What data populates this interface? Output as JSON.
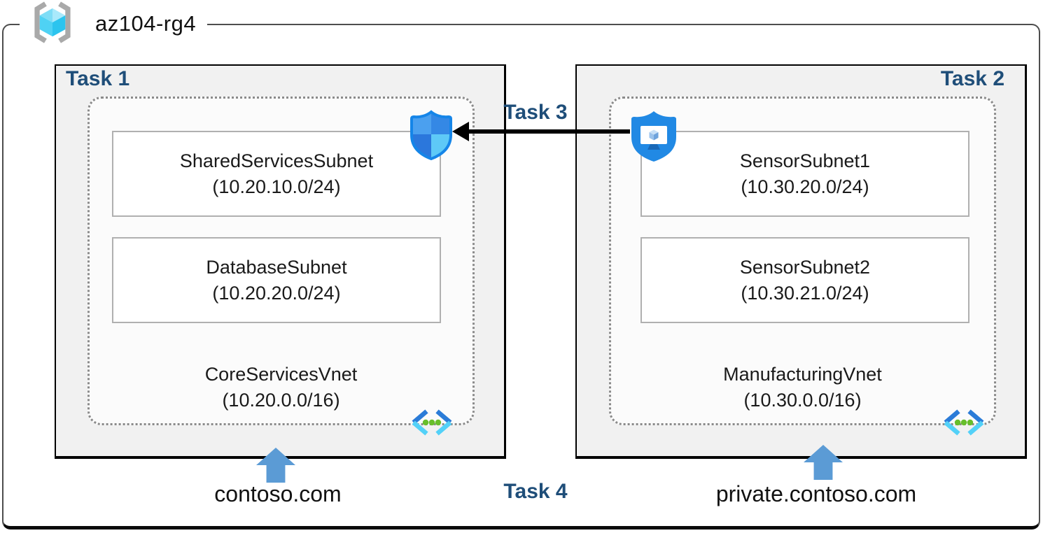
{
  "resource_group": {
    "name": "az104-rg4",
    "icon": "resource-group-icon"
  },
  "vnets": [
    {
      "task_label": "Task 1",
      "name": "CoreServicesVnet",
      "cidr": "(10.20.0.0/16)",
      "subnets": [
        {
          "name": "SharedServicesSubnet",
          "cidr": "(10.20.10.0/24)"
        },
        {
          "name": "DatabaseSubnet",
          "cidr": "(10.20.20.0/24)"
        }
      ],
      "dns_zone": "contoso.com",
      "corner_icon": "network-security-group-icon",
      "vnet_icon": "virtual-network-icon"
    },
    {
      "task_label": "Task 2",
      "name": "ManufacturingVnet",
      "cidr": "(10.30.0.0/16)",
      "subnets": [
        {
          "name": "SensorSubnet1",
          "cidr": "(10.30.20.0/24)"
        },
        {
          "name": "SensorSubnet2",
          "cidr": "(10.30.21.0/24)"
        }
      ],
      "dns_zone": "private.contoso.com",
      "corner_icon": "bastion-shield-icon",
      "vnet_icon": "virtual-network-icon"
    }
  ],
  "connections": {
    "peering_task_label": "Task 3",
    "dns_task_label": "Task 4"
  },
  "colors": {
    "task_label_blue": "#1F4E79",
    "region_box_fill": "#F1F1F1",
    "dns_arrow_blue": "#5B9BD5",
    "peering_arrow": "#000000",
    "azure_shield_blue": "#2189E4",
    "vnet_chevron_dark": "#2B7CD8",
    "vnet_chevron_light": "#53D1F8",
    "vnet_dot_green": "#67BE2B",
    "cube_cyan": "#4FD2F4"
  }
}
